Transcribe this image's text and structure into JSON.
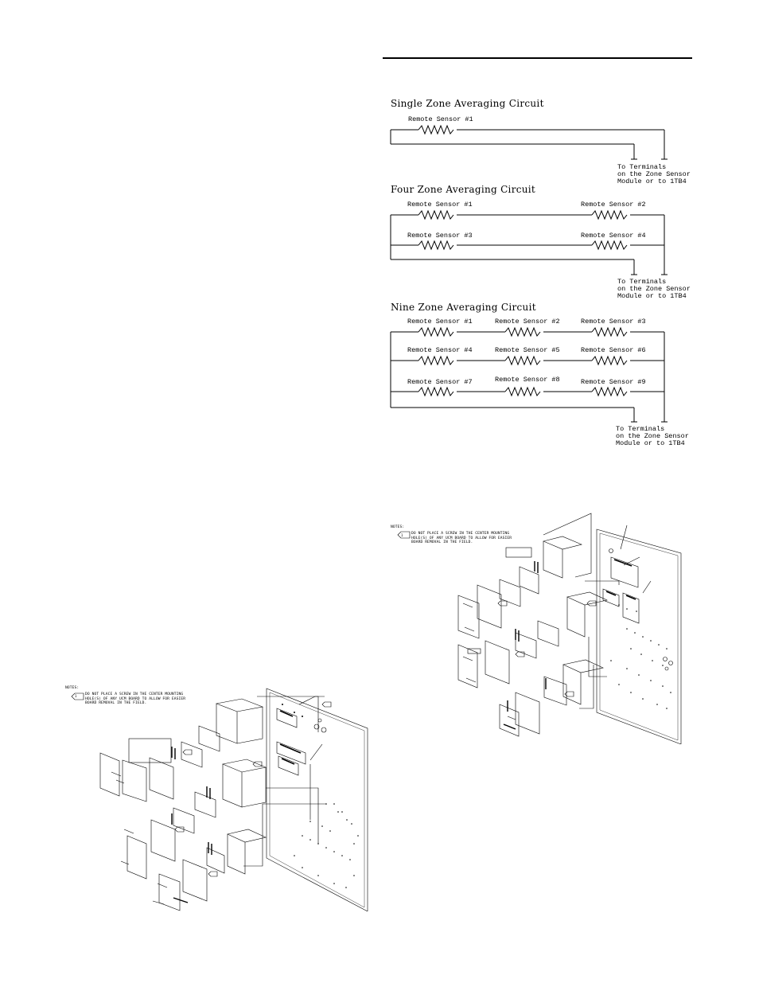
{
  "single": {
    "title": "Single Zone Averaging Circuit",
    "sensor1": "Remote Sensor #1",
    "terminals": "To Terminals\non the Zone Sensor\nModule or to 1TB4"
  },
  "four": {
    "title": "Four Zone Averaging Circuit",
    "sensors": [
      "Remote Sensor #1",
      "Remote Sensor #2",
      "Remote Sensor #3",
      "Remote Sensor #4"
    ],
    "terminals": "To Terminals\non the Zone Sensor\nModule or to 1TB4"
  },
  "nine": {
    "title": "Nine Zone Averaging Circuit",
    "sensors": [
      "Remote Sensor #1",
      "Remote Sensor #2",
      "Remote Sensor #3",
      "Remote Sensor #4",
      "Remote Sensor #5",
      "Remote Sensor #6",
      "Remote Sensor #7",
      "Remote Sensor #8",
      "Remote Sensor #9"
    ],
    "terminals": "To Terminals\non the Zone Sensor\nModule or to 1TB4"
  },
  "drawing_left": {
    "notes_heading": "NOTES:",
    "note_number": "1",
    "note_text": "DO NOT PLACE A SCREW IN THE CENTER MOUNTING\nHOLE(S) OF ANY UCM BOARD TO ALLOW FOR EASIER\nBOARD REMOVAL IN THE FIELD."
  },
  "drawing_right": {
    "notes_heading": "NOTES:",
    "note_number": "1",
    "note_text": "DO NOT PLACE A SCREW IN THE CENTER MOUNTING\nHOLE(S) OF ANY UCM BOARD TO ALLOW FOR EASIER\nBOARD REMOVAL IN THE FIELD."
  }
}
